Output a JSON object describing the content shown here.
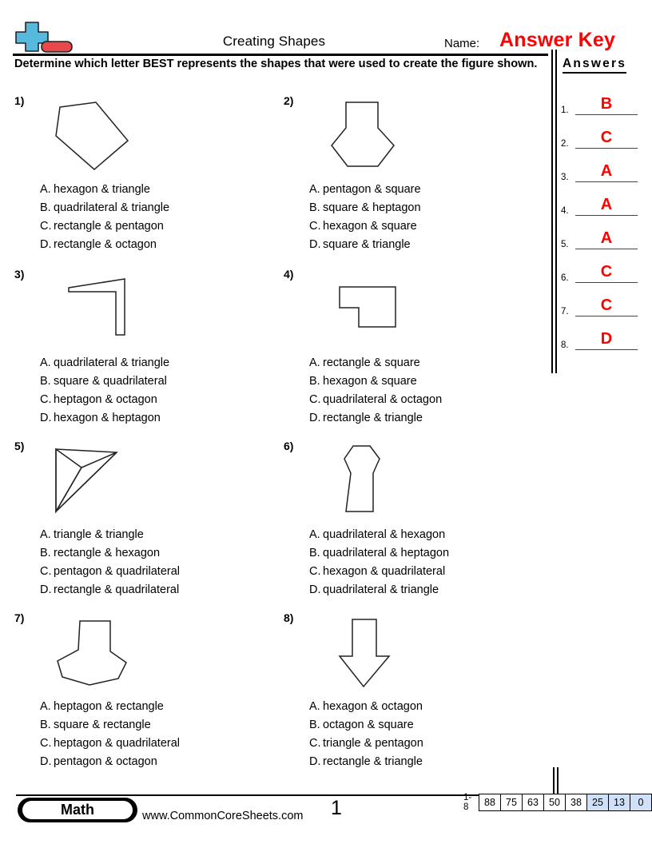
{
  "header": {
    "title": "Creating Shapes",
    "name_label": "Name:",
    "name_value": "Answer Key",
    "logo_icon": "plus-block-logo",
    "answer_key_color": "#ff0000"
  },
  "directions": "Determine which letter BEST represents the shapes that were used to create the figure shown.",
  "answers_panel": {
    "heading": "Answers",
    "rows": [
      {
        "num": "1.",
        "value": "B"
      },
      {
        "num": "2.",
        "value": "C"
      },
      {
        "num": "3.",
        "value": "A"
      },
      {
        "num": "4.",
        "value": "A"
      },
      {
        "num": "5.",
        "value": "A"
      },
      {
        "num": "6.",
        "value": "C"
      },
      {
        "num": "7.",
        "value": "C"
      },
      {
        "num": "8.",
        "value": "D"
      }
    ]
  },
  "questions": [
    {
      "num": "1)",
      "figure": "pentagon-kite-figure",
      "choices": [
        {
          "letter": "A.",
          "text": "hexagon & triangle"
        },
        {
          "letter": "B.",
          "text": "quadrilateral & triangle"
        },
        {
          "letter": "C.",
          "text": "rectangle & pentagon"
        },
        {
          "letter": "D.",
          "text": "rectangle & octagon"
        }
      ]
    },
    {
      "num": "2)",
      "figure": "hexagon-with-square-top-figure",
      "choices": [
        {
          "letter": "A.",
          "text": "pentagon & square"
        },
        {
          "letter": "B.",
          "text": "square & heptagon"
        },
        {
          "letter": "C.",
          "text": "hexagon & square"
        },
        {
          "letter": "D.",
          "text": "square & triangle"
        }
      ]
    },
    {
      "num": "3)",
      "figure": "thin-L-bracket-figure",
      "choices": [
        {
          "letter": "A.",
          "text": "quadrilateral & triangle"
        },
        {
          "letter": "B.",
          "text": "square & quadrilateral"
        },
        {
          "letter": "C.",
          "text": "heptagon & octagon"
        },
        {
          "letter": "D.",
          "text": "hexagon & heptagon"
        }
      ]
    },
    {
      "num": "4)",
      "figure": "notched-rectangle-figure",
      "choices": [
        {
          "letter": "A.",
          "text": "rectangle & square"
        },
        {
          "letter": "B.",
          "text": "hexagon & square"
        },
        {
          "letter": "C.",
          "text": "quadrilateral & octagon"
        },
        {
          "letter": "D.",
          "text": "rectangle & triangle"
        }
      ]
    },
    {
      "num": "5)",
      "figure": "arrowhead-two-triangles-figure",
      "choices": [
        {
          "letter": "A.",
          "text": "triangle & triangle"
        },
        {
          "letter": "B.",
          "text": "rectangle & hexagon"
        },
        {
          "letter": "C.",
          "text": "pentagon & quadrilateral"
        },
        {
          "letter": "D.",
          "text": "rectangle & quadrilateral"
        }
      ]
    },
    {
      "num": "6)",
      "figure": "hexagon-on-trapezoid-figure",
      "choices": [
        {
          "letter": "A.",
          "text": "quadrilateral & hexagon"
        },
        {
          "letter": "B.",
          "text": "quadrilateral & heptagon"
        },
        {
          "letter": "C.",
          "text": "hexagon & quadrilateral"
        },
        {
          "letter": "D.",
          "text": "quadrilateral & triangle"
        }
      ]
    },
    {
      "num": "7)",
      "figure": "heptagon-with-rectangle-stem-figure",
      "choices": [
        {
          "letter": "A.",
          "text": "heptagon & rectangle"
        },
        {
          "letter": "B.",
          "text": "square & rectangle"
        },
        {
          "letter": "C.",
          "text": "heptagon & quadrilateral"
        },
        {
          "letter": "D.",
          "text": "pentagon & octagon"
        }
      ]
    },
    {
      "num": "8)",
      "figure": "down-arrow-figure",
      "choices": [
        {
          "letter": "A.",
          "text": "hexagon & octagon"
        },
        {
          "letter": "B.",
          "text": "octagon & square"
        },
        {
          "letter": "C.",
          "text": "triangle & pentagon"
        },
        {
          "letter": "D.",
          "text": "rectangle & triangle"
        }
      ]
    }
  ],
  "footer": {
    "subject": "Math",
    "url": "www.CommonCoreSheets.com",
    "page_number": "1",
    "scale_label": "1-8",
    "scale_values": [
      "88",
      "75",
      "63",
      "50",
      "38",
      "25",
      "13",
      "0"
    ],
    "scale_highlight_from_index": 5,
    "scale_highlight_color": "#cfe0f7"
  }
}
